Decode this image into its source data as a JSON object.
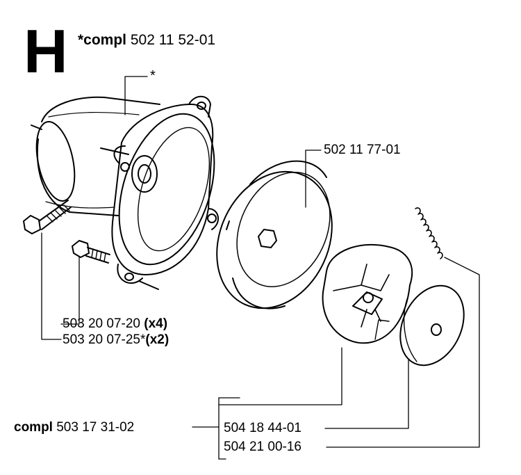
{
  "section_letter": "H",
  "header": {
    "prefix": "*compl",
    "part_number": "502 11 52-01"
  },
  "callouts": {
    "housing_star": "*",
    "clutch_drum": "502 11 77-01",
    "bolt_a": {
      "part": "503 20 07-20",
      "qty": "(x4)"
    },
    "bolt_b": {
      "part": "503 20 07-25*",
      "qty": "(x2)"
    },
    "clutch_compl": {
      "prefix": "compl",
      "part": "503 17 31-02"
    },
    "clutch_shoe": "504 18 44-01",
    "spring": "504 21 00-16"
  },
  "colors": {
    "ink": "#000000",
    "paper": "#ffffff"
  }
}
